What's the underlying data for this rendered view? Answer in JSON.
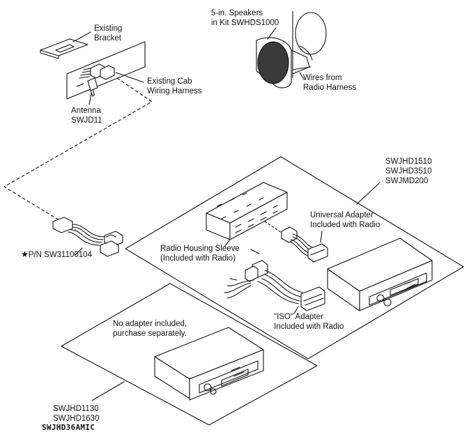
{
  "labels": {
    "speakers": [
      "5-in. Speakers",
      "in Kit SWHDS1000"
    ],
    "bracket": [
      "Existing",
      "Bracket"
    ],
    "cab_harness": [
      "Existing Cab",
      "Wiring Harness"
    ],
    "antenna": [
      "Antenna",
      "SWJD11"
    ],
    "wires_from_radio": [
      "Wires from",
      "Radio Harness"
    ],
    "models_top": [
      "SWJHD1510",
      "SWJHD3510",
      "SWJMD200"
    ],
    "universal_adapter": [
      "Universal Adapter",
      "Included with Radio"
    ],
    "housing_sleeve": [
      "Radio Housing Sleeve",
      "(Included with Radio)"
    ],
    "iso_adapter": [
      "\"ISO\" Adapter",
      "Included with Radio"
    ],
    "part_number": "P/N SW31100104",
    "part_star": "★",
    "no_adapter": [
      "No adapter included,",
      "purchase separately."
    ],
    "models_bottom": [
      "SWJHD1130",
      "SWJHD1630"
    ],
    "diagram_code": "SWJHD36AMIC"
  },
  "colors": {
    "line": "#111111",
    "grille": "#3a3a3a",
    "background": "#ffffff"
  }
}
